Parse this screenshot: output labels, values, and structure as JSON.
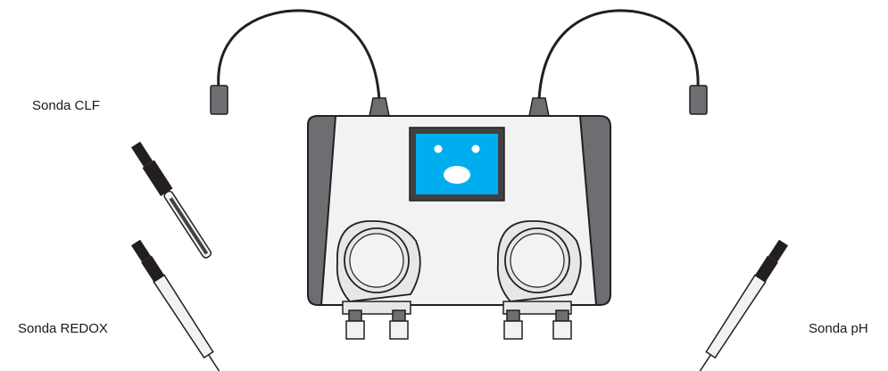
{
  "labels": {
    "probe_clf": "Sonda CLF",
    "probe_redox": "Sonda REDOX",
    "probe_ph": "Sonda pH"
  },
  "colors": {
    "housing_dark": "#6d6e71",
    "housing_front": "#f2f2f3",
    "display_frame": "#414042",
    "display_screen": "#00aeef",
    "cable": "#231f20",
    "pump_head": "#e6e7e8"
  },
  "icons": [
    "controller-unit",
    "display-face",
    "peristaltic-pump",
    "probe"
  ]
}
